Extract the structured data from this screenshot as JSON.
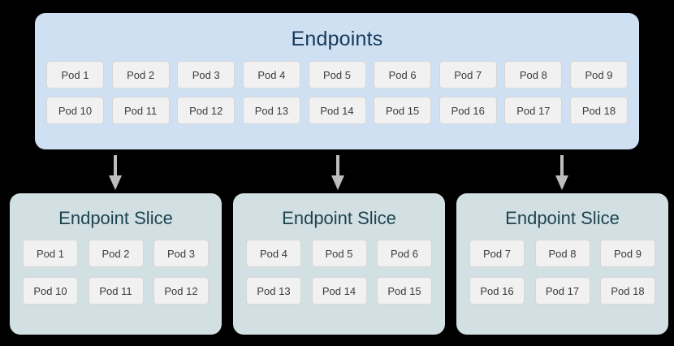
{
  "diagram": {
    "background_color": "#000000",
    "endpoints": {
      "title": "Endpoints",
      "panel_color": "#cfe0f3",
      "title_color": "#15395b",
      "rows": [
        [
          "Pod 1",
          "Pod 2",
          "Pod 3",
          "Pod 4",
          "Pod 5",
          "Pod 6",
          "Pod 7",
          "Pod 8",
          "Pod 9"
        ],
        [
          "Pod 10",
          "Pod 11",
          "Pod 12",
          "Pod 13",
          "Pod 14",
          "Pod 15",
          "Pod 16",
          "Pod 17",
          "Pod 18"
        ]
      ]
    },
    "arrows": {
      "color": "#bdbdbd",
      "direction": "down",
      "count": 3,
      "icon": "arrow-down-icon"
    },
    "slices": [
      {
        "title": "Endpoint Slice",
        "panel_color": "#d2e0e3",
        "title_color": "#1d4450",
        "rows": [
          [
            "Pod 1",
            "Pod 2",
            "Pod 3"
          ],
          [
            "Pod 10",
            "Pod 11",
            "Pod 12"
          ]
        ]
      },
      {
        "title": "Endpoint Slice",
        "panel_color": "#d2e0e3",
        "title_color": "#1d4450",
        "rows": [
          [
            "Pod 4",
            "Pod 5",
            "Pod 6"
          ],
          [
            "Pod 13",
            "Pod 14",
            "Pod 15"
          ]
        ]
      },
      {
        "title": "Endpoint Slice",
        "panel_color": "#d2e0e3",
        "title_color": "#1d4450",
        "rows": [
          [
            "Pod 7",
            "Pod 8",
            "Pod 9"
          ],
          [
            "Pod 16",
            "Pod 17",
            "Pod 18"
          ]
        ]
      }
    ],
    "pod_chip": {
      "fill": "#f1f1f1",
      "border": "#d6d6d6",
      "text_color": "#3b3b3b"
    }
  }
}
